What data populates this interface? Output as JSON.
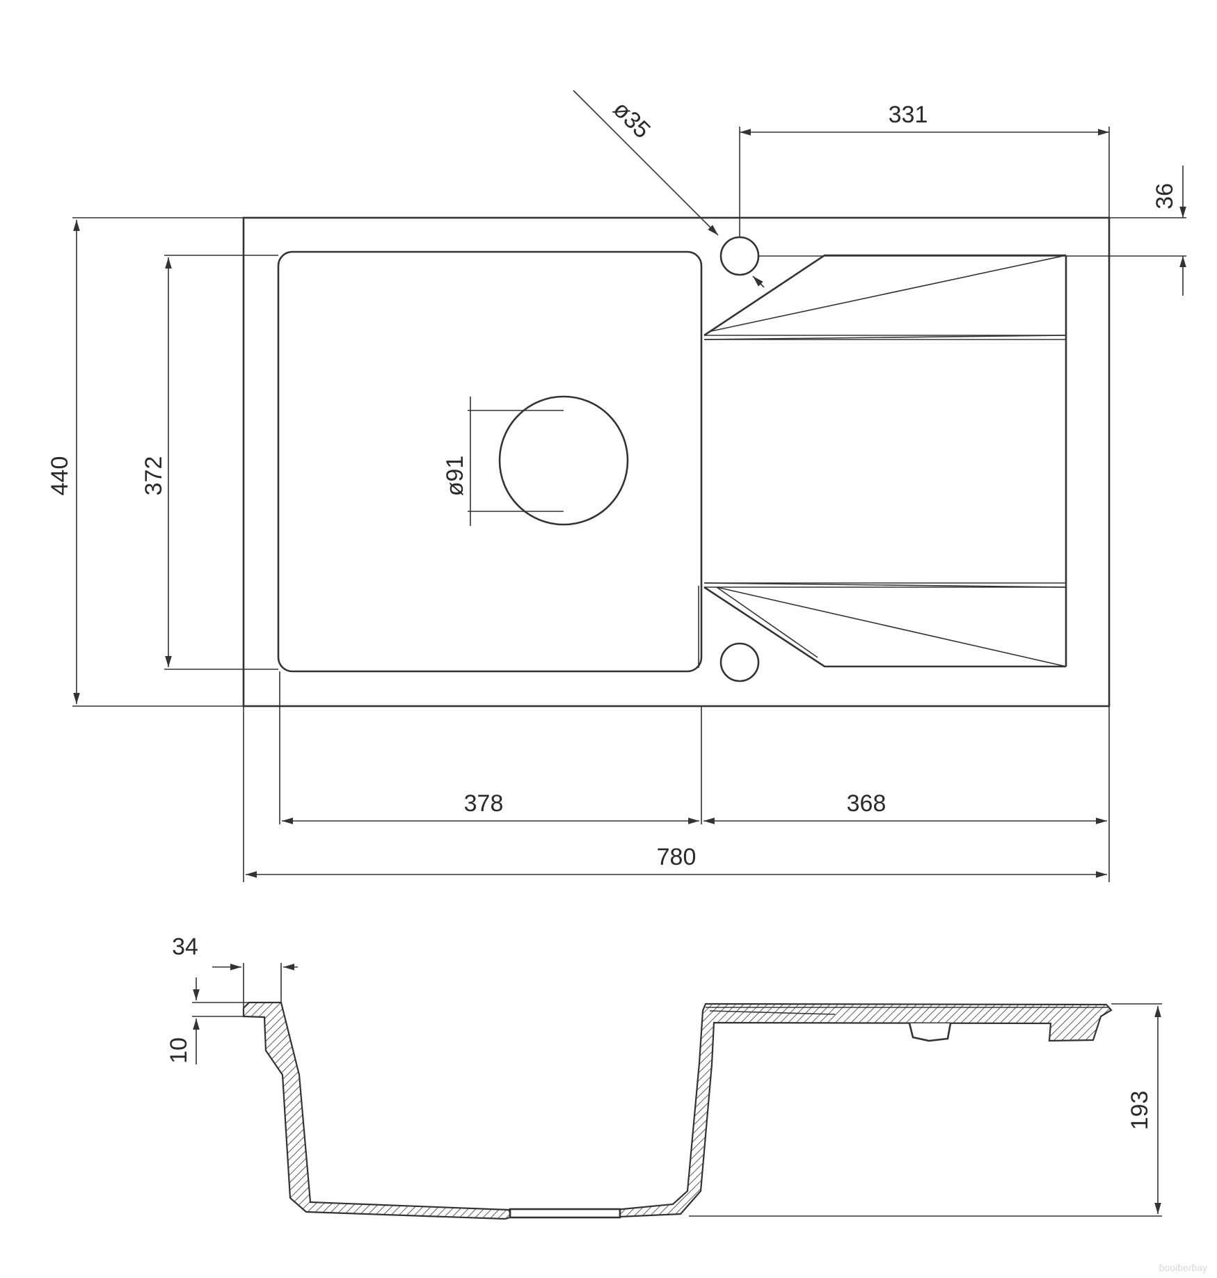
{
  "drawing": {
    "dimensions": {
      "overall_width": "780",
      "overall_depth": "440",
      "bowl_width": "378",
      "drainer_width": "368",
      "bowl_depth": "372",
      "tap_hole_offset": "331",
      "tap_hole_margin": "36",
      "tap_hole_diameter": "ø35",
      "drain_diameter": "ø91",
      "rim_width": "34",
      "rim_thickness": "10",
      "bowl_height": "193"
    },
    "watermark": "ɓooᴉɓeɾɓay"
  },
  "colors": {
    "line": "#333333",
    "background": "#ffffff"
  }
}
